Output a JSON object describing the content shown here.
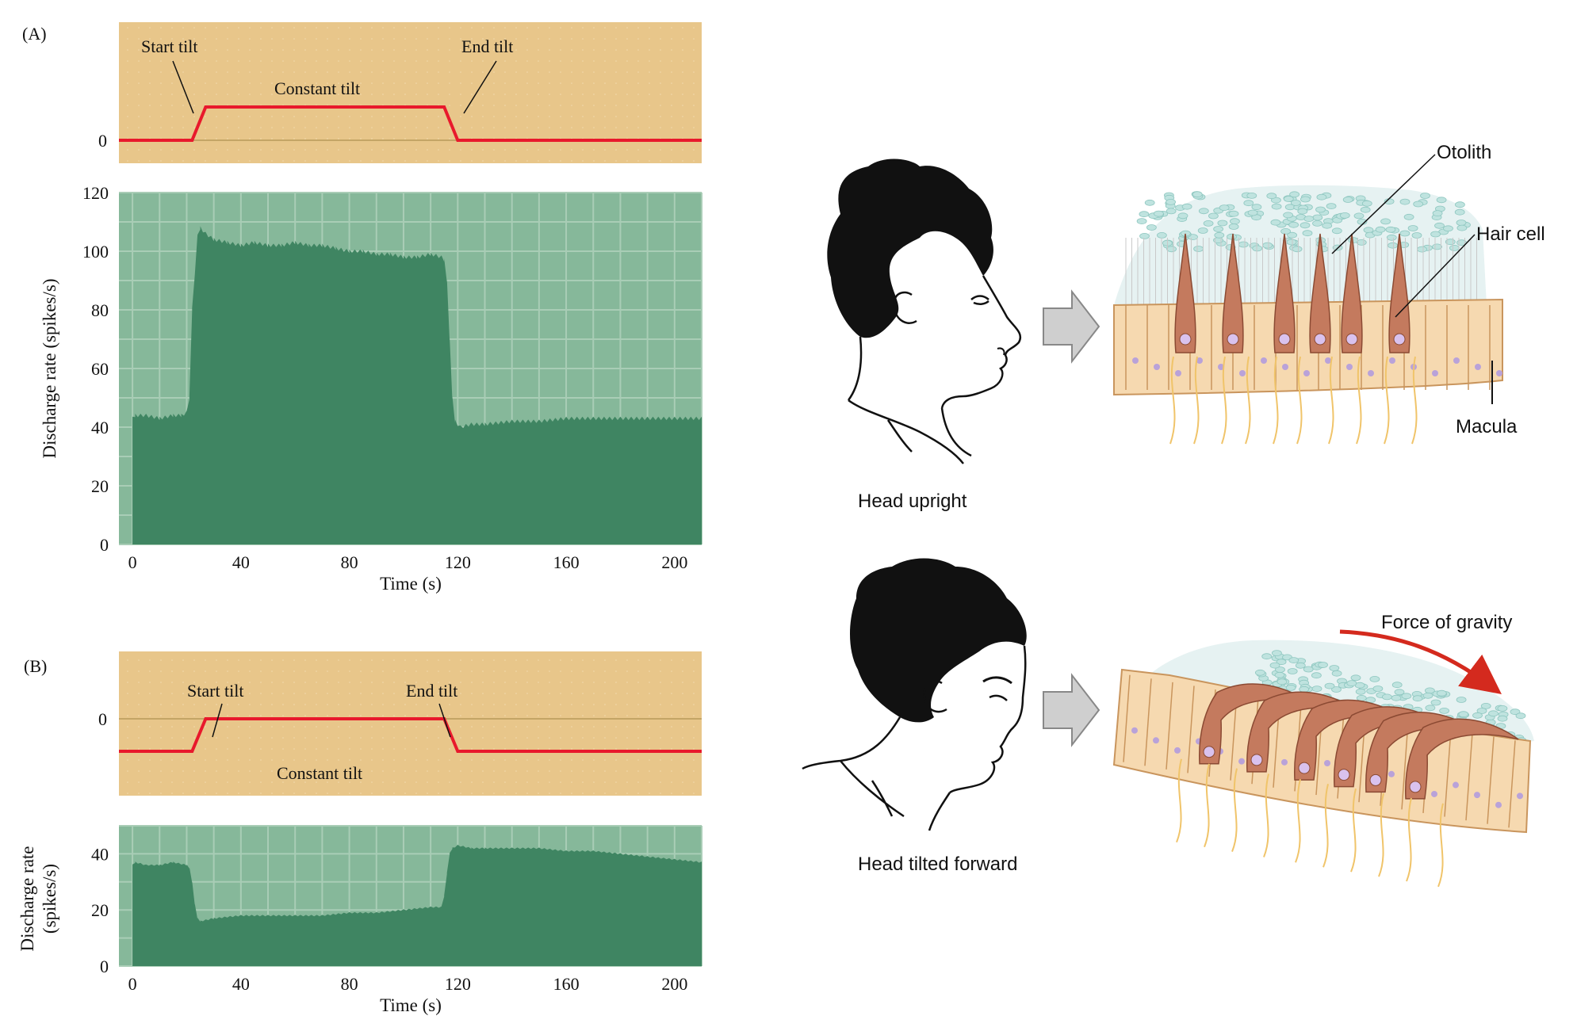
{
  "panel_a": {
    "label": "(A)",
    "stimulus": {
      "zero_label": "0",
      "start_label": "Start tilt",
      "constant_label": "Constant tilt",
      "end_label": "End tilt"
    },
    "ylabel": "Discharge rate (spikes/s)",
    "xlabel": "Time (s)",
    "yticks": [
      "0",
      "20",
      "40",
      "60",
      "80",
      "100",
      "120"
    ],
    "xticks": [
      "0",
      "40",
      "80",
      "120",
      "160",
      "200"
    ]
  },
  "panel_b": {
    "label": "(B)",
    "stimulus": {
      "zero_label": "0",
      "start_label": "Start tilt",
      "constant_label": "Constant tilt",
      "end_label": "End tilt"
    },
    "ylabel_line1": "Discharge rate",
    "ylabel_line2": "(spikes/s)",
    "xlabel": "Time (s)",
    "yticks": [
      "0",
      "20",
      "40"
    ],
    "xticks": [
      "0",
      "40",
      "80",
      "120",
      "160",
      "200"
    ]
  },
  "illustration": {
    "upright_caption": "Head upright",
    "tilted_caption": "Head tilted forward",
    "otolith_label": "Otolith",
    "hair_cell_label": "Hair cell",
    "macula_label": "Macula",
    "gravity_label": "Force of gravity"
  },
  "colors": {
    "stimulus_bg": "#e8c68a",
    "stimulus_line": "#e8192c",
    "plot_bg": "#86b89a",
    "plot_grid": "#a9cdb6",
    "histogram": "#3f8562",
    "epithelium": "#f6d9b0",
    "otolith": "#bfe3df",
    "hair_cell": "#c47a5e"
  },
  "chart_data": [
    {
      "type": "area",
      "title": "",
      "xlabel": "Time (s)",
      "ylabel": "Discharge rate (spikes/s)",
      "xlim": [
        -5,
        210
      ],
      "ylim": [
        0,
        120
      ],
      "grid": true,
      "stimulus": {
        "type": "line",
        "x": [
          -5,
          22,
          27,
          115,
          120,
          210
        ],
        "y": [
          0,
          0,
          1,
          1,
          0,
          0
        ]
      },
      "series": [
        {
          "x": [
            0,
            1,
            5,
            10,
            15,
            18,
            20,
            21,
            22,
            24,
            25,
            27,
            30,
            35,
            40,
            45,
            50,
            55,
            60,
            65,
            70,
            75,
            80,
            85,
            90,
            95,
            100,
            105,
            110,
            114,
            115,
            116,
            117,
            118,
            119,
            121,
            125,
            130,
            140,
            150,
            160,
            170,
            180,
            190,
            200,
            210
          ],
          "values": [
            43,
            44,
            44,
            43,
            44,
            44,
            45,
            50,
            80,
            105,
            108,
            106,
            104,
            103,
            102,
            103,
            102,
            102,
            103,
            102,
            102,
            101,
            100,
            100,
            99,
            99,
            98,
            98,
            99,
            98,
            97,
            90,
            70,
            50,
            42,
            40,
            41,
            41,
            42,
            42,
            43,
            43,
            43,
            43,
            43,
            43
          ]
        }
      ]
    },
    {
      "type": "area",
      "title": "",
      "xlabel": "Time (s)",
      "ylabel": "Discharge rate (spikes/s)",
      "xlim": [
        -5,
        210
      ],
      "ylim": [
        0,
        50
      ],
      "grid": true,
      "stimulus": {
        "type": "line",
        "x": [
          -5,
          22,
          27,
          115,
          120,
          210
        ],
        "y": [
          0,
          0,
          -1,
          -1,
          0,
          0
        ]
      },
      "series": [
        {
          "x": [
            0,
            1,
            5,
            10,
            15,
            20,
            21,
            22,
            23,
            24,
            25,
            30,
            40,
            50,
            60,
            70,
            80,
            90,
            100,
            110,
            114,
            115,
            116,
            117,
            118,
            120,
            125,
            130,
            140,
            150,
            160,
            170,
            180,
            190,
            200,
            210
          ],
          "values": [
            36,
            37,
            36,
            36,
            37,
            36,
            35,
            30,
            22,
            17,
            16,
            17,
            18,
            18,
            18,
            18,
            19,
            19,
            20,
            21,
            21,
            25,
            33,
            40,
            42,
            43,
            42,
            42,
            42,
            42,
            41,
            41,
            40,
            39,
            38,
            37
          ]
        }
      ]
    }
  ]
}
